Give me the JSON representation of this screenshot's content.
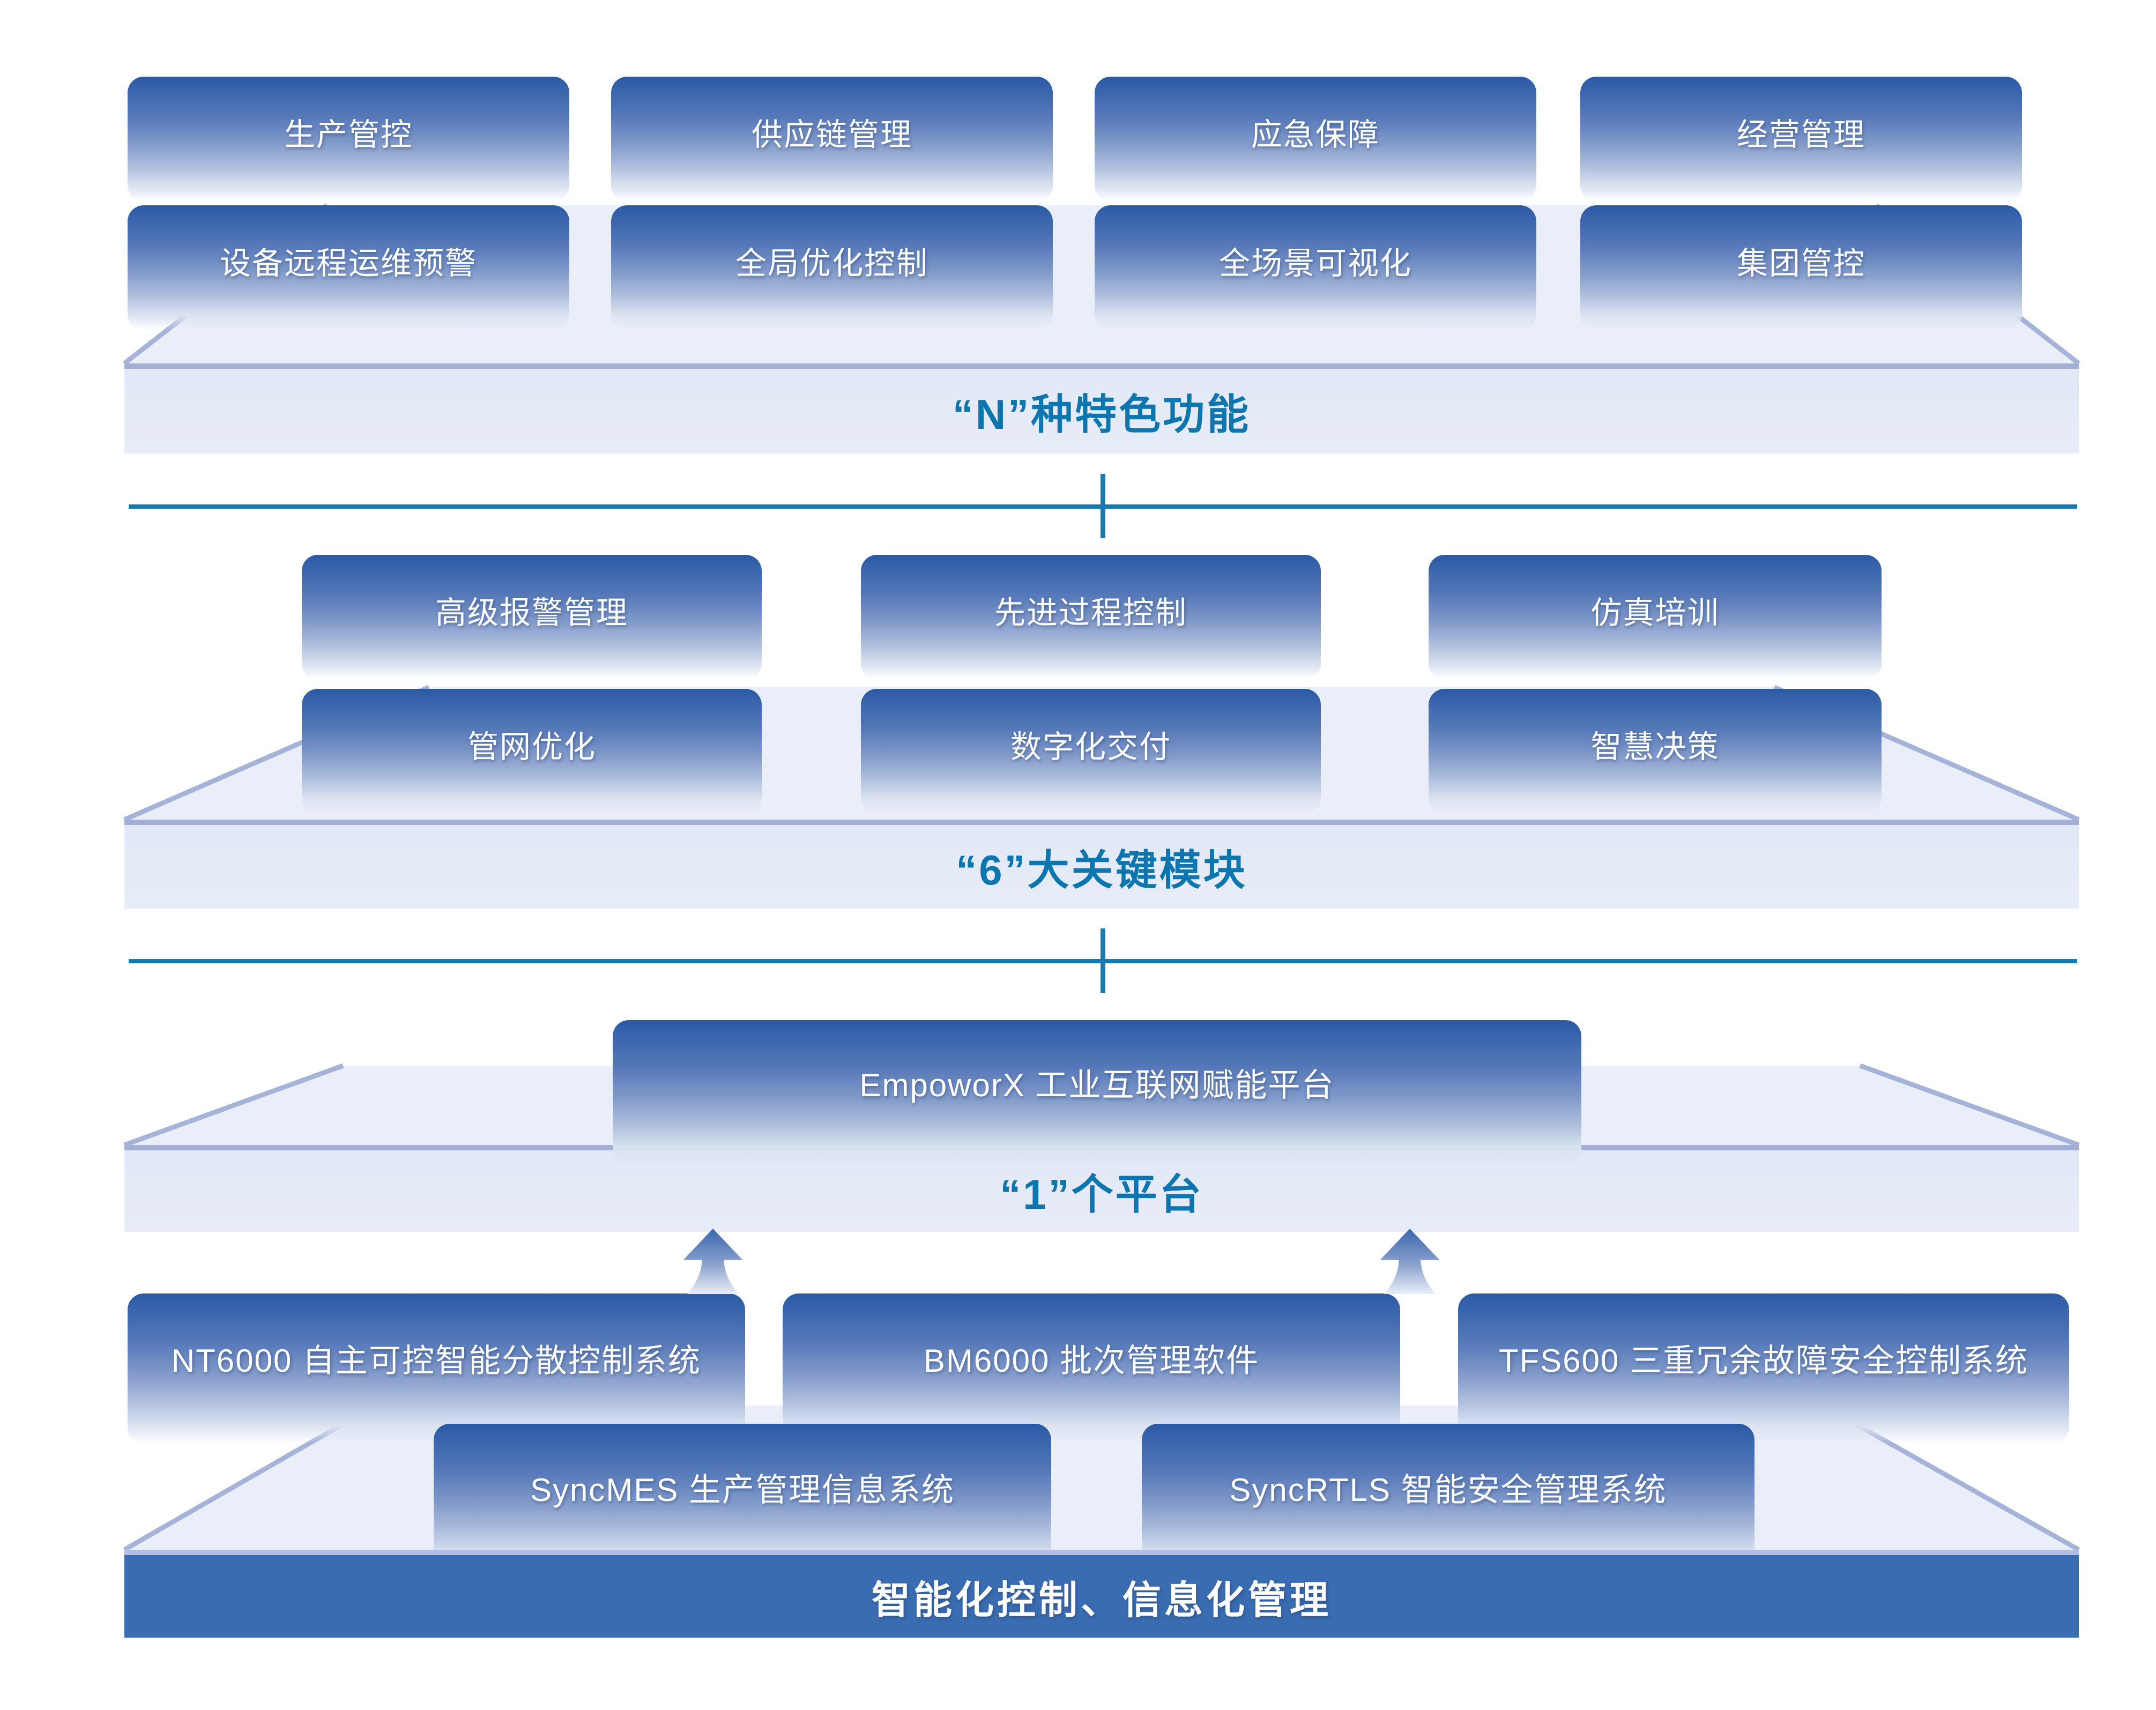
{
  "layers": {
    "n_layer": {
      "title": "“N”种特色功能",
      "row1": [
        "生产管控",
        "供应链管理",
        "应急保障",
        "经营管理"
      ],
      "row2": [
        "设备远程运维预警",
        "全局优化控制",
        "全场景可视化",
        "集团管控"
      ]
    },
    "six_layer": {
      "title": "“6”大关键模块",
      "row1": [
        "高级报警管理",
        "先进过程控制",
        "仿真培训"
      ],
      "row2": [
        "管网优化",
        "数字化交付",
        "智慧决策"
      ]
    },
    "one_layer": {
      "title": "“1”个平台",
      "platform_box": "EmpoworX 工业互联网赋能平台"
    },
    "base_layer": {
      "row1": [
        "NT6000 自主可控智能分散控制系统",
        "BM6000 批次管理软件",
        "TFS600 三重冗余故障安全控制系统"
      ],
      "row2": [
        "SyncMES 生产管理信息系统",
        "SyncRTLS 智能安全管理系统"
      ],
      "banner": "智能化控制、信息化管理"
    }
  },
  "icons": {
    "up_arrow": "up-arrow"
  },
  "colors": {
    "box_gradient_top": "#2a59a4",
    "box_gradient_mid": "#7e97c8",
    "box_gradient_bottom": "#ecf1f9",
    "layer_title_text": "#0d76ae",
    "divider_line": "#147ab3",
    "platform_face": "#e5ebf7",
    "platform_surface": "#e9eef9",
    "platform_edge": "#a6b3d9",
    "banner_background": "#3a6cb1",
    "banner_border": "#b2bfe0",
    "box_text": "#ffffff"
  }
}
